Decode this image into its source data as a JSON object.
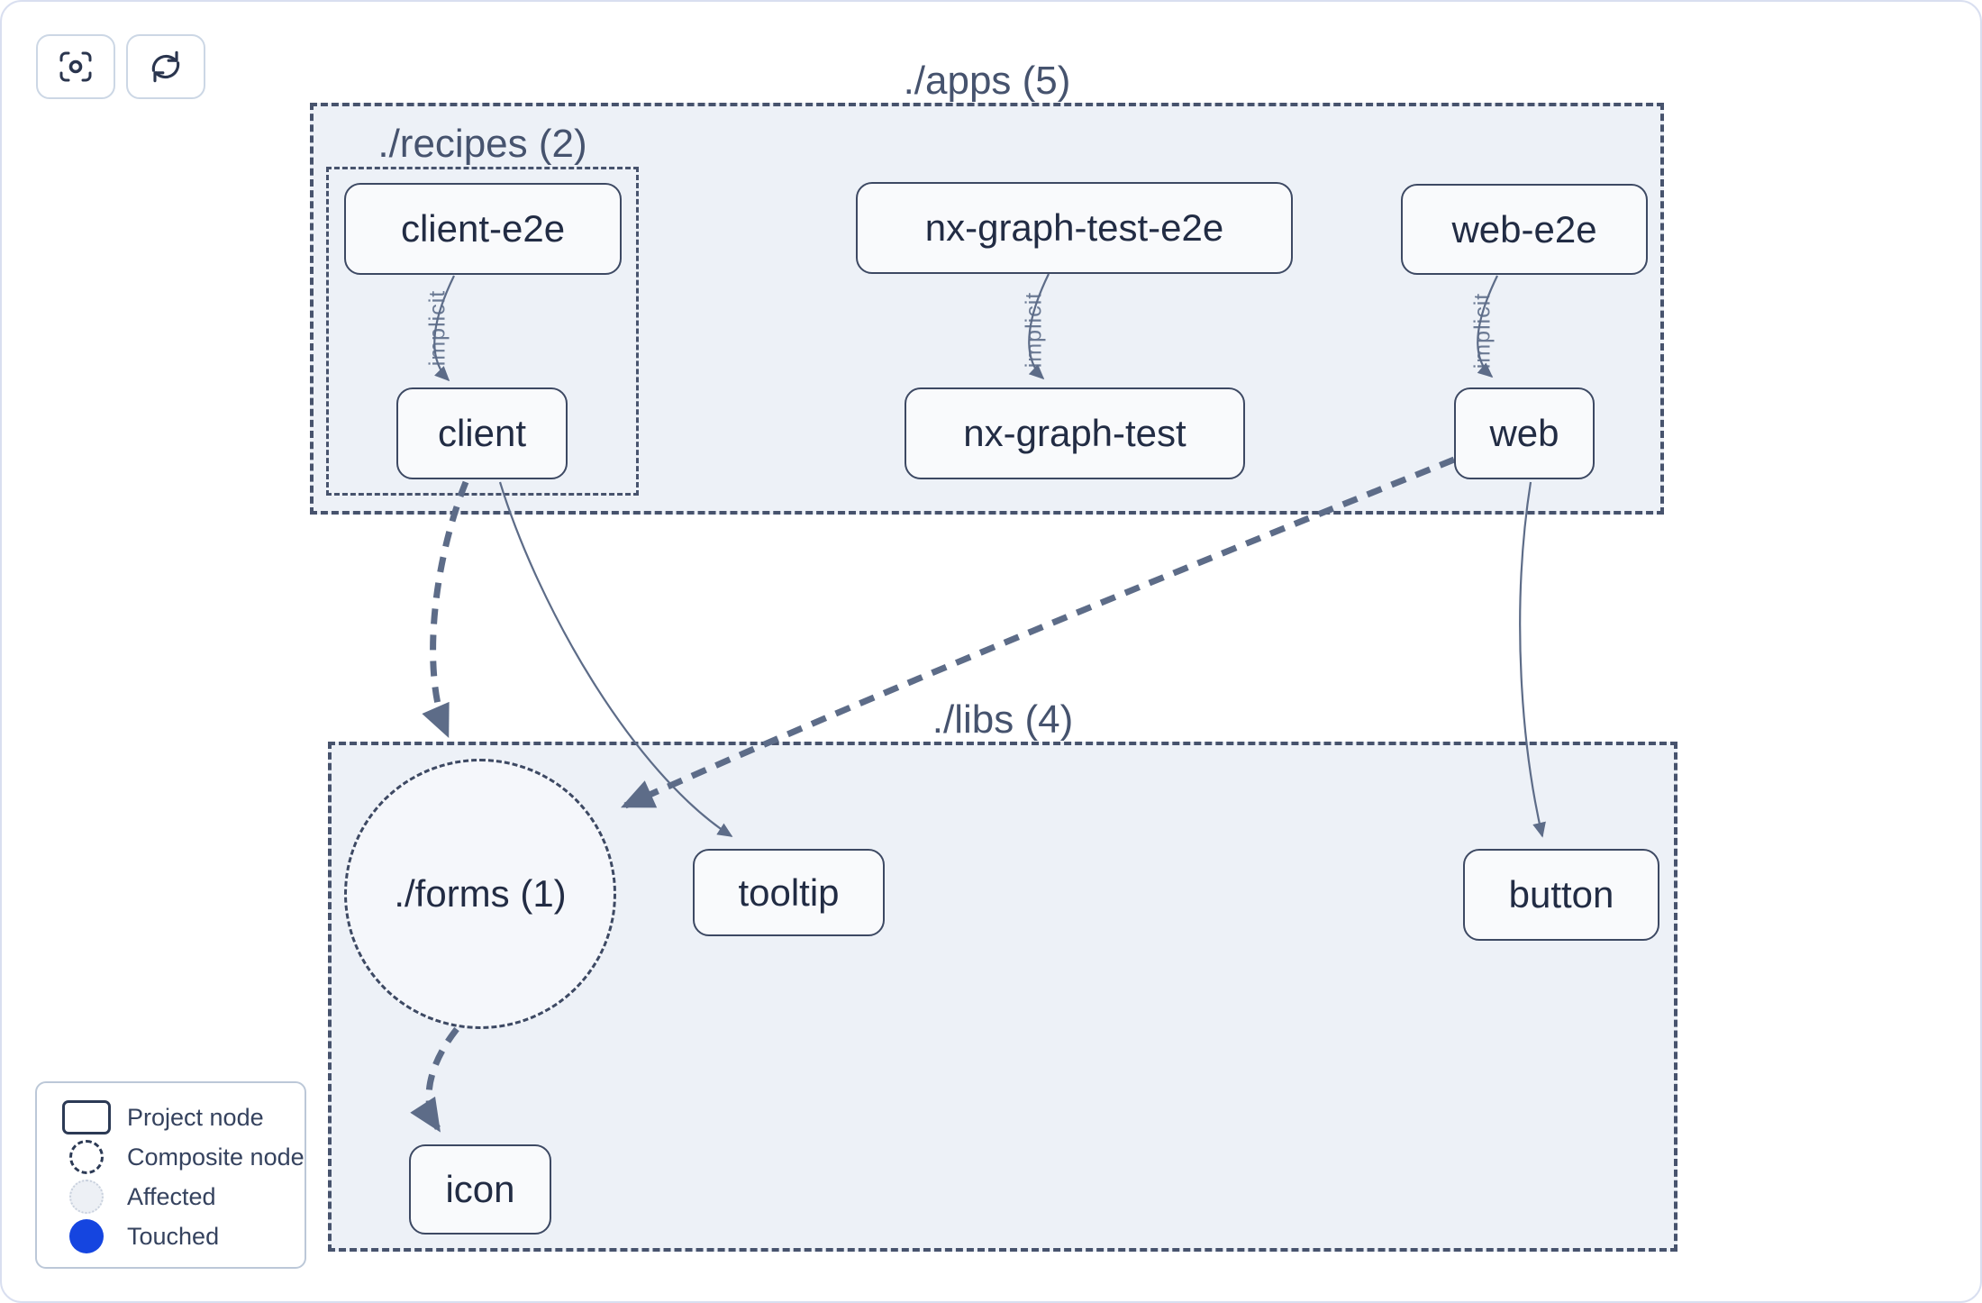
{
  "toolbar": {
    "focus_button": {
      "icon": "focus-target-icon"
    },
    "refresh_button": {
      "icon": "refresh-icon"
    }
  },
  "graph": {
    "clusters": [
      {
        "id": "apps",
        "label": "./apps (5)"
      },
      {
        "id": "recipes",
        "label": "./recipes (2)"
      },
      {
        "id": "libs",
        "label": "./libs (4)"
      }
    ],
    "nodes": [
      {
        "id": "client-e2e",
        "label": "client-e2e",
        "cluster": "recipes"
      },
      {
        "id": "client",
        "label": "client",
        "cluster": "recipes"
      },
      {
        "id": "nx-graph-test-e2e",
        "label": "nx-graph-test-e2e",
        "cluster": "apps"
      },
      {
        "id": "nx-graph-test",
        "label": "nx-graph-test",
        "cluster": "apps"
      },
      {
        "id": "web-e2e",
        "label": "web-e2e",
        "cluster": "apps"
      },
      {
        "id": "web",
        "label": "web",
        "cluster": "apps"
      },
      {
        "id": "tooltip",
        "label": "tooltip",
        "cluster": "libs"
      },
      {
        "id": "button",
        "label": "button",
        "cluster": "libs"
      },
      {
        "id": "icon",
        "label": "icon",
        "cluster": "libs"
      }
    ],
    "composite_nodes": [
      {
        "id": "forms",
        "label": "./forms (1)",
        "cluster": "libs"
      }
    ],
    "edges": [
      {
        "from": "client-e2e",
        "to": "client",
        "style": "thin-solid",
        "label": "implicit"
      },
      {
        "from": "nx-graph-test-e2e",
        "to": "nx-graph-test",
        "style": "thin-solid",
        "label": "implicit"
      },
      {
        "from": "web-e2e",
        "to": "web",
        "style": "thin-solid",
        "label": "implicit"
      },
      {
        "from": "client",
        "to": "forms",
        "style": "thick-dashed",
        "label": ""
      },
      {
        "from": "client",
        "to": "tooltip",
        "style": "thin-solid",
        "label": ""
      },
      {
        "from": "web",
        "to": "forms",
        "style": "thick-dashed",
        "label": ""
      },
      {
        "from": "web",
        "to": "button",
        "style": "thin-solid",
        "label": ""
      },
      {
        "from": "forms",
        "to": "icon",
        "style": "thick-dashed",
        "label": ""
      }
    ]
  },
  "legend": {
    "items": [
      {
        "label": "Project node",
        "swatch": "project-rect-outline"
      },
      {
        "label": "Composite node",
        "swatch": "dashed-circle-outline"
      },
      {
        "label": "Affected",
        "swatch": "light-dotted-circle"
      },
      {
        "label": "Touched",
        "swatch": "solid-blue-circle"
      }
    ]
  },
  "colors": {
    "cluster_bg": "#edf1f7",
    "cluster_border": "#47536d",
    "node_bg": "#f9fafc",
    "node_border": "#3d4963",
    "node_text": "#222c44",
    "edge": "#5d6c88",
    "edge_label": "#6b7a94",
    "touched_blue": "#1545e0",
    "canvas_border": "#d9dff0"
  }
}
